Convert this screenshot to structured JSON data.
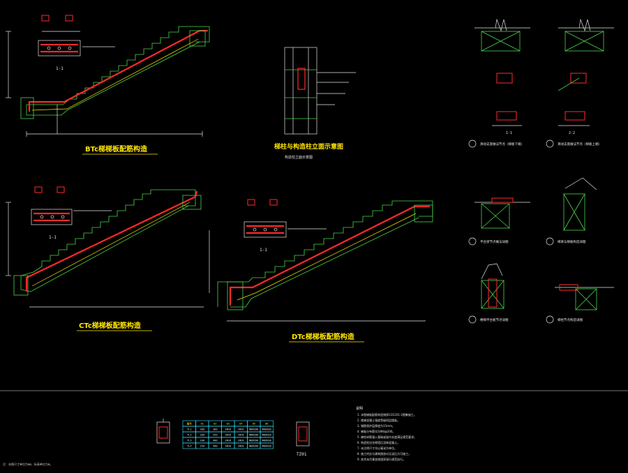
{
  "titles": {
    "btc": "BTc梯梯板配筋构造",
    "ctc": "CTc梯梯板配筋构造",
    "dtc": "DTc梯梯板配筋构造",
    "column": "梯柱与构造柱立面示意图"
  },
  "column_note": "构造柱立面示意图",
  "section_label": "1-1",
  "section_label_2": "2-2",
  "table_tag": "TZ01",
  "table": {
    "header": [
      "编号",
      "01",
      "02",
      "03",
      "04",
      "05",
      "06"
    ],
    "rows": [
      [
        "TL1",
        "200",
        "300",
        "2Φ16",
        "2Φ16",
        "Φ8@200",
        "Φ8@200"
      ],
      [
        "TL2",
        "200",
        "350",
        "2Φ18",
        "2Φ18",
        "Φ8@200",
        "Φ8@200"
      ],
      [
        "TL3",
        "200",
        "400",
        "2Φ18",
        "2Φ20",
        "Φ8@200",
        "Φ8@200"
      ],
      [
        "TL4",
        "250",
        "400",
        "2Φ20",
        "2Φ20",
        "Φ8@200",
        "Φ8@200"
      ]
    ]
  },
  "notes_title": "说明",
  "notes": [
    "1. 本图梯板配筋构造按照11G101-2图集施工。",
    "2. 楼梯混凝土强度等级同层楼板。",
    "3. 钢筋保护层厚度为15mm。",
    "4. 梯板分布筋均为Φ8@200。",
    "5. 梯柱纵筋锚入基础或梁内长度满足规范要求。",
    "6. 构造柱应先砌墙后浇筑混凝土。",
    "7. 未注明尺寸均以毫米为单位。",
    "8. 施工时应与建筑图核对无误后方可施工。",
    "9. 其余未尽事宜按国家现行规范执行。"
  ],
  "detail_labels": [
    "滑动支座做法节点（梯板下端）",
    "滑动支座做法节点（梯板上端）",
    "平台梁节点做法详图",
    "梯梁与梯板构造详图",
    "楼梯平台板节点详图",
    "梯柱节点构造详图"
  ],
  "bottom_note": "注：本图尺寸单位为mm，标高单位为m。"
}
